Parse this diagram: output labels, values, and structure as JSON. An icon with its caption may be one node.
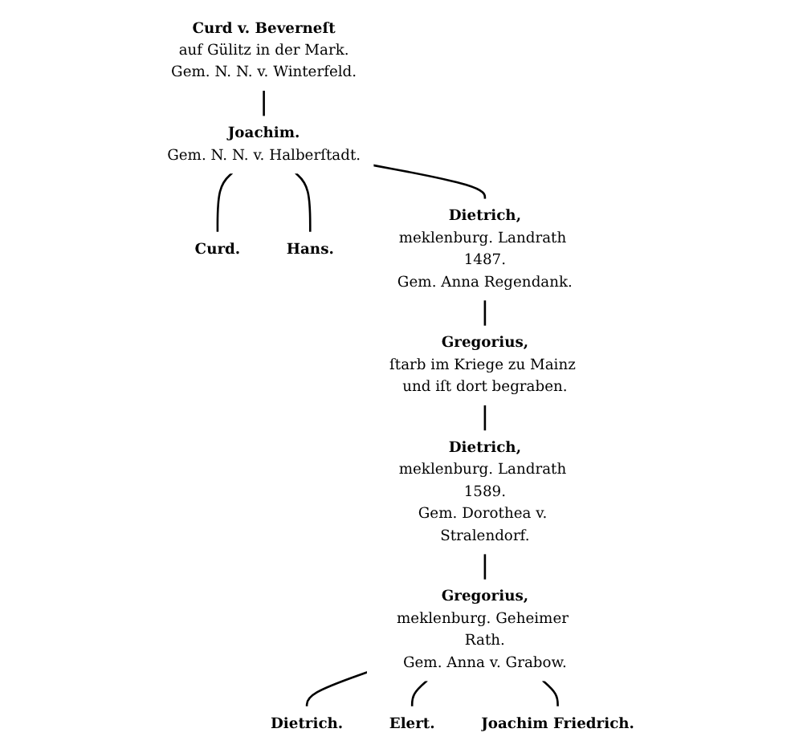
{
  "diagram": {
    "nodes": [
      {
        "text": [
          "Curd v. Beverneſt",
          "auf Gülitz in der Mark.",
          "Gem. N. N. v. Winterfeld."
        ]
      },
      {
        "text": [
          "Joachim.",
          "Gem. N. N. v. Halberſtadt."
        ]
      },
      {
        "text": [
          "Curd."
        ]
      },
      {
        "text": [
          "Hans."
        ]
      },
      {
        "text": [
          "Dietrich,",
          "meklenburg. Landrath 1487.",
          "Gem. Anna Regendank."
        ]
      },
      {
        "text": [
          "Gregorius,",
          "ſtarb im Kriege zu Mainz und iſt dort begraben."
        ]
      },
      {
        "text": [
          "Dietrich,",
          "meklenburg. Landrath 1589.",
          "Gem. Dorothea v. Stralendorf."
        ]
      },
      {
        "text": [
          "Gregorius,",
          "meklenburg. Geheimer Rath.",
          "Gem. Anna v. Grabow."
        ]
      },
      {
        "text": [
          "Dietrich."
        ]
      },
      {
        "text": [
          "Elert."
        ]
      },
      {
        "text": [
          "Joachim Friedrich."
        ]
      }
    ],
    "edges": [
      {
        "from": 0,
        "to": 1,
        "arrow": "none"
      },
      {
        "from": 1,
        "to": 2,
        "arrow": "none"
      },
      {
        "from": 1,
        "to": 3,
        "arrow": "none"
      },
      {
        "from": 1,
        "to": 4,
        "arrow": "none"
      },
      {
        "from": 4,
        "to": 5,
        "arrow": "none"
      },
      {
        "from": 5,
        "to": 6,
        "arrow": "none"
      },
      {
        "from": 6,
        "to": 7,
        "arrow": "none"
      },
      {
        "from": 7,
        "to": 8,
        "arrow": "none"
      },
      {
        "from": 7,
        "to": 9,
        "arrow": "none"
      },
      {
        "from": 7,
        "to": 10,
        "arrow": "none"
      }
    ]
  }
}
